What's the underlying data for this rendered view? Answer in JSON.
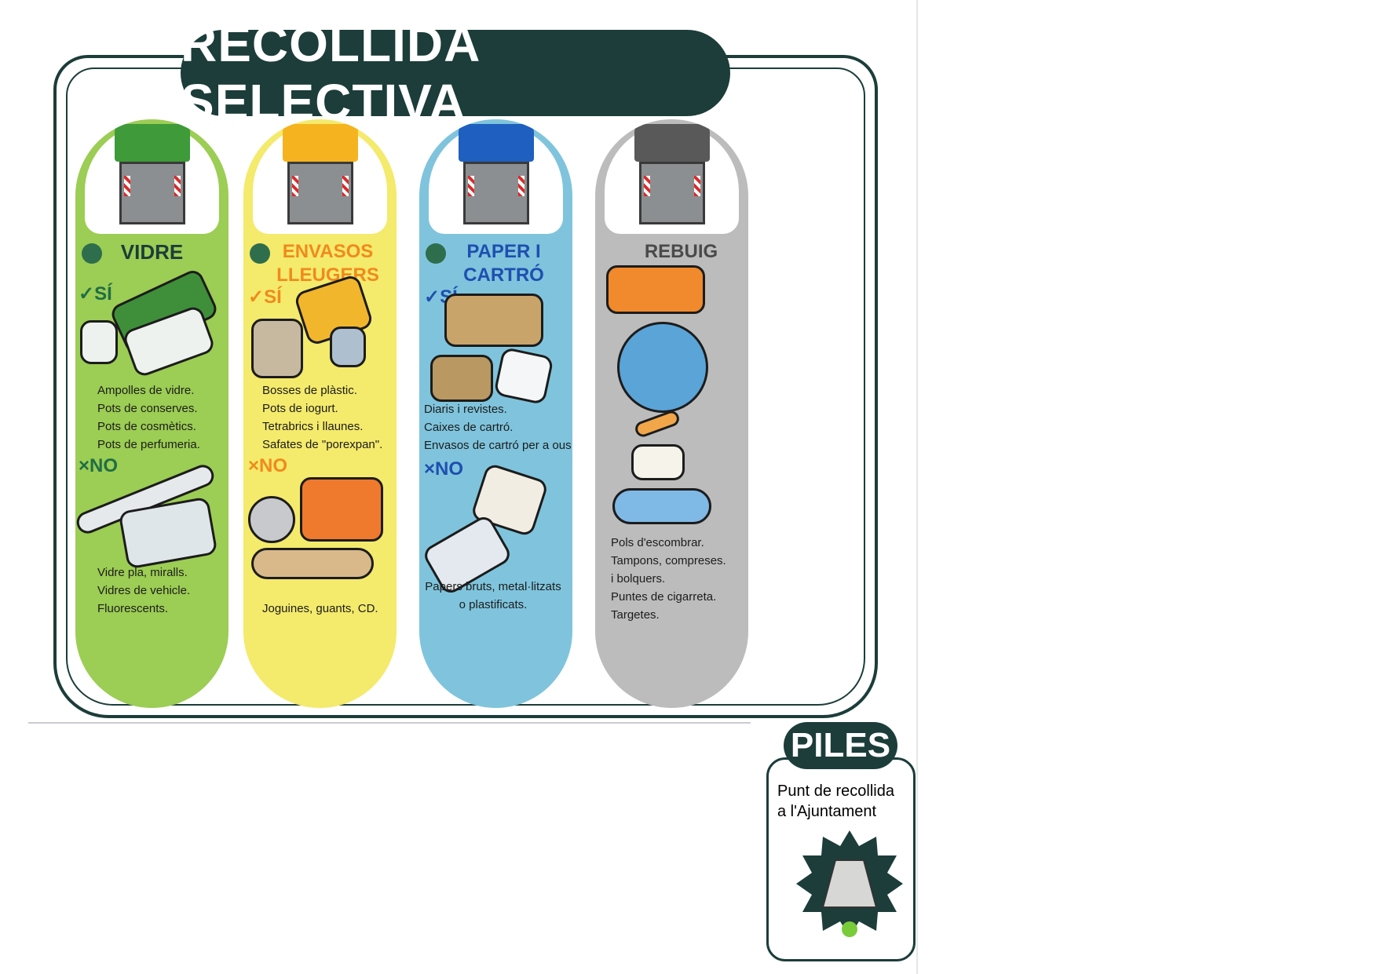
{
  "title": "RECOLLIDA SELECTIVA",
  "colors": {
    "dark": "#1c3d3a",
    "vidre": "#9ccd54",
    "envasos": "#f4ea6c",
    "paper": "#7fc4dc",
    "rebuig": "#bcbcbc"
  },
  "columns": [
    {
      "heading": "VIDRE",
      "yes_mark": "✓SÍ",
      "no_mark": "×NO",
      "yes_items": [
        "Ampolles de vidre.",
        "Pots de conserves.",
        "Pots de cosmètics.",
        "Pots de perfumeria."
      ],
      "no_items": [
        "Vidre pla, miralls.",
        "Vidres de vehicle.",
        "Fluorescents."
      ]
    },
    {
      "heading": "ENVASOS LLEUGERS",
      "yes_mark": "✓SÍ",
      "no_mark": "×NO",
      "yes_items": [
        "Bosses de plàstic.",
        "Pots de iogurt.",
        "Tetrabrics i llaunes.",
        "Safates de \"porexpan\"."
      ],
      "no_items": [
        "Joguines, guants, CD."
      ]
    },
    {
      "heading": "PAPER I CARTRÓ",
      "yes_mark": "✓SÍ",
      "no_mark": "×NO",
      "yes_items": [
        "Diaris i revistes.",
        "Caixes de cartró.",
        "Envasos de cartró per a ous."
      ],
      "no_items": [
        "Papers bruts, metal·litzats",
        "o plastificats."
      ]
    },
    {
      "heading": "REBUIG",
      "yes_items": [
        "Pols d'escombrar.",
        "Tampons, compreses.",
        "i bolquers.",
        "Puntes de cigarreta.",
        "Targetes."
      ]
    }
  ],
  "piles": {
    "title": "PILES",
    "line1": "Punt de recollida",
    "line2": "a l'Ajuntament"
  }
}
